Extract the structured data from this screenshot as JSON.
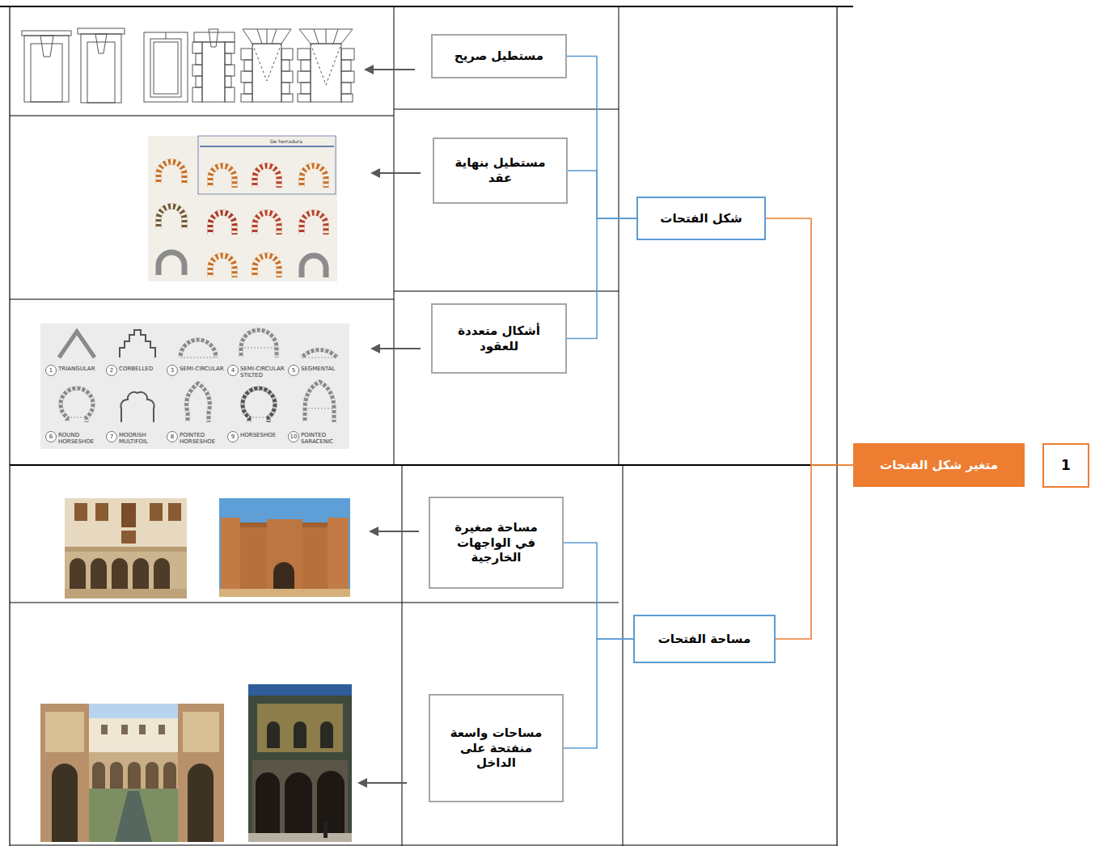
{
  "diagram": {
    "nodes": [
      {
        "text": [
          "1"
        ]
      },
      {
        "text": [
          "متغير شكل الفتحات"
        ]
      },
      {
        "text": [
          "شكل الفتحات"
        ]
      },
      {
        "text": [
          "مستطيل صريح"
        ]
      },
      {
        "text": [
          "مستطيل بنهاية عقد"
        ]
      },
      {
        "text": [
          "أشكال متعددة للعقود"
        ]
      },
      {
        "text": [
          "مساحة الفتحات"
        ]
      },
      {
        "text": [
          "مساحة صغيرة في الواجهات الخارجية"
        ]
      },
      {
        "text": [
          "مساحات واسعة منفتحة على الداخل"
        ]
      }
    ],
    "edges": [
      {
        "from": 1,
        "to": 2,
        "arrow": "none"
      },
      {
        "from": 1,
        "to": 6,
        "arrow": "none"
      },
      {
        "from": 2,
        "to": 3,
        "arrow": "none"
      },
      {
        "from": 2,
        "to": 4,
        "arrow": "none"
      },
      {
        "from": 2,
        "to": 5,
        "arrow": "none"
      },
      {
        "from": 6,
        "to": 7,
        "arrow": "none"
      },
      {
        "from": 6,
        "to": 8,
        "arrow": "none"
      }
    ],
    "labels": [
      "De herradura",
      "1",
      "TRIANGULAR",
      "2",
      "CORBELLED",
      "3",
      "SEMI-CIRCULAR",
      "4",
      "SEMI-CIRCULAR STILTED",
      "5",
      "SEGMENTAL",
      "6",
      "ROUND HORSESHOE",
      "7",
      "MOORISH MULTIFOIL",
      "8",
      "POINTED HORSESHOE",
      "9",
      "HORSESHOE",
      "10",
      "POINTED SARACENIC"
    ]
  }
}
